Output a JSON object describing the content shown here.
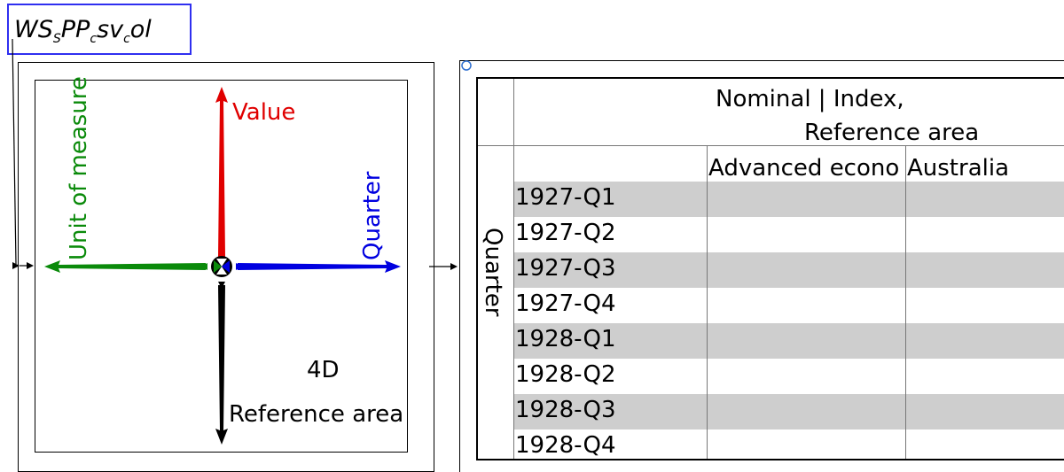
{
  "title": {
    "parts": [
      {
        "t": "WS",
        "sub": false
      },
      {
        "t": "S",
        "sub": true
      },
      {
        "t": "PP",
        "sub": false
      },
      {
        "t": "c",
        "sub": true
      },
      {
        "t": "sv",
        "sub": false
      },
      {
        "t": "c",
        "sub": true
      },
      {
        "t": "ol",
        "sub": false
      }
    ]
  },
  "diagram": {
    "value_label": "Value",
    "unit_label": "Unit of measure",
    "quarter_label": "Quarter",
    "dims_label": "4D",
    "ref_area_label": "Reference area",
    "colors": {
      "value": "#e00000",
      "unit": "#0a8a0a",
      "quarter": "#0000e0",
      "ref": "#000000"
    }
  },
  "table": {
    "header_line1": "Nominal | Index,",
    "header_line2": "Reference area",
    "columns": [
      "Advanced econo",
      "Australia"
    ],
    "row_axis_label": "Quarter",
    "rows": [
      "1927-Q1",
      "1927-Q2",
      "1927-Q3",
      "1927-Q4",
      "1928-Q1",
      "1928-Q2",
      "1928-Q3",
      "1928-Q4"
    ]
  }
}
